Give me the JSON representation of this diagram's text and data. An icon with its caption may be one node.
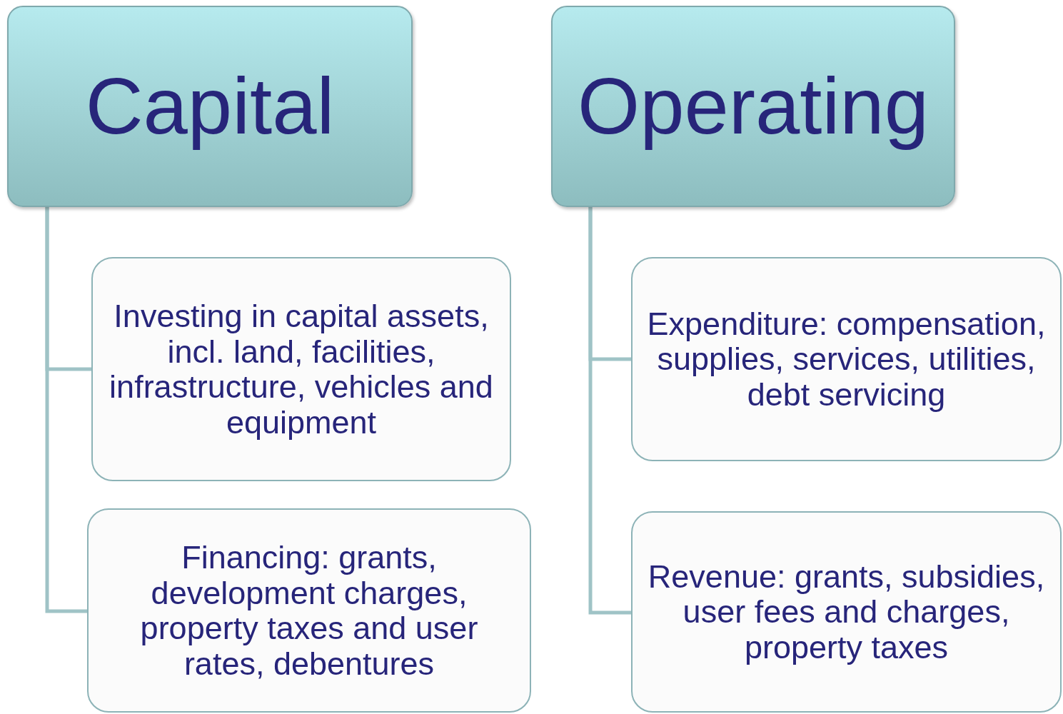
{
  "diagram": {
    "nodes": [
      {
        "text": [
          "Capital"
        ]
      },
      {
        "text": [
          "Operating"
        ]
      },
      {
        "text": [
          "Investing in capital assets, incl. land, facilities, infrastructure, vehicles and equipment"
        ]
      },
      {
        "text": [
          "Expenditure: compensation, supplies, services, utilities, debt servicing"
        ]
      },
      {
        "text": [
          "Financing: grants, development charges, property taxes and user rates, debentures"
        ]
      },
      {
        "text": [
          "Revenue: grants, subsidies, user fees and charges, property taxes"
        ]
      }
    ],
    "edges": [
      {
        "from": 0,
        "to": 2,
        "arrow": "none"
      },
      {
        "from": 0,
        "to": 4,
        "arrow": "none"
      },
      {
        "from": 1,
        "to": 3,
        "arrow": "none"
      },
      {
        "from": 1,
        "to": 5,
        "arrow": "none"
      }
    ]
  }
}
